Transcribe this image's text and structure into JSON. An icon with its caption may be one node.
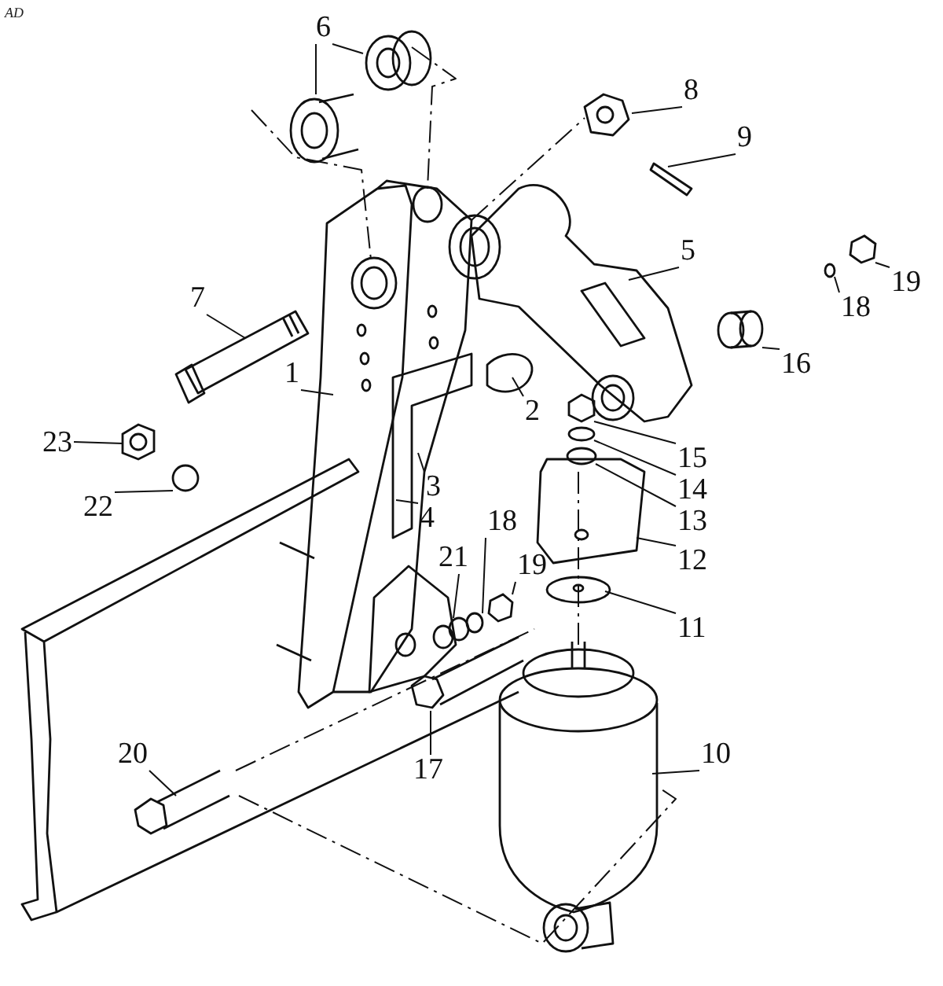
{
  "diagram": {
    "nodes": [
      {
        "text": [
          "6"
        ]
      },
      {
        "text": [
          "8"
        ]
      },
      {
        "text": [
          "9"
        ]
      },
      {
        "text": [
          "7"
        ]
      },
      {
        "text": [
          "5"
        ]
      },
      {
        "text": [
          "19"
        ]
      },
      {
        "text": [
          "18"
        ]
      },
      {
        "text": [
          "16"
        ]
      },
      {
        "text": [
          "1"
        ]
      },
      {
        "text": [
          "2"
        ]
      },
      {
        "text": [
          "23"
        ]
      },
      {
        "text": [
          "15"
        ]
      },
      {
        "text": [
          "3"
        ]
      },
      {
        "text": [
          "14"
        ]
      },
      {
        "text": [
          "22"
        ]
      },
      {
        "text": [
          "4"
        ]
      },
      {
        "text": [
          "13"
        ]
      },
      {
        "text": [
          "18"
        ]
      },
      {
        "text": [
          "12"
        ]
      },
      {
        "text": [
          "21"
        ]
      },
      {
        "text": [
          "19"
        ]
      },
      {
        "text": [
          "11"
        ]
      },
      {
        "text": [
          "17"
        ]
      },
      {
        "text": [
          "10"
        ]
      },
      {
        "text": [
          "20"
        ]
      },
      {
        "text": [],
        "shape": "picture"
      },
      {
        "text": [],
        "shape": "circle"
      },
      {
        "text": [],
        "shape": "cylinder"
      },
      {
        "text": [],
        "shape": "picture"
      },
      {
        "text": [],
        "shape": "circle"
      },
      {
        "text": [],
        "shape": "picture"
      },
      {
        "text": [],
        "shape": "circle"
      },
      {
        "text": [],
        "shape": "circle"
      },
      {
        "text": [],
        "shape": "picture"
      },
      {
        "text": [],
        "shape": "circle"
      },
      {
        "text": [],
        "shape": "circle"
      }
    ],
    "edges": [
      {
        "from": 0,
        "to": null,
        "arrow": "none"
      },
      {
        "from": 0,
        "to": null,
        "arrow": "none"
      },
      {
        "from": 1,
        "to": null,
        "arrow": "none"
      },
      {
        "from": 2,
        "to": null,
        "arrow": "none"
      },
      {
        "from": 3,
        "to": null,
        "arrow": "none"
      },
      {
        "from": 4,
        "to": null,
        "arrow": "none"
      },
      {
        "from": 5,
        "to": 25,
        "arrow": "none"
      },
      {
        "from": 6,
        "to": 26,
        "arrow": "none"
      },
      {
        "from": 7,
        "to": 27,
        "arrow": "none"
      },
      {
        "from": 8,
        "to": null,
        "arrow": "none"
      },
      {
        "from": 9,
        "to": null,
        "arrow": "none"
      },
      {
        "from": 10,
        "to": 28,
        "arrow": "none"
      },
      {
        "from": 11,
        "to": 30,
        "arrow": "none"
      },
      {
        "from": 12,
        "to": null,
        "arrow": "none"
      },
      {
        "from": 13,
        "to": 31,
        "arrow": "none"
      },
      {
        "from": 14,
        "to": 29,
        "arrow": "none"
      },
      {
        "from": 15,
        "to": null,
        "arrow": "none"
      },
      {
        "from": 16,
        "to": 32,
        "arrow": "none"
      },
      {
        "from": 17,
        "to": 35,
        "arrow": "none"
      },
      {
        "from": 18,
        "to": null,
        "arrow": "none"
      },
      {
        "from": 19,
        "to": 34,
        "arrow": "none"
      },
      {
        "from": 20,
        "to": 33,
        "arrow": "none"
      },
      {
        "from": 21,
        "to": null,
        "arrow": "none"
      },
      {
        "from": 22,
        "to": null,
        "arrow": "none"
      },
      {
        "from": 23,
        "to": null,
        "arrow": "none"
      },
      {
        "from": 24,
        "to": null,
        "arrow": "none"
      }
    ],
    "labels": [
      "AD"
    ]
  }
}
